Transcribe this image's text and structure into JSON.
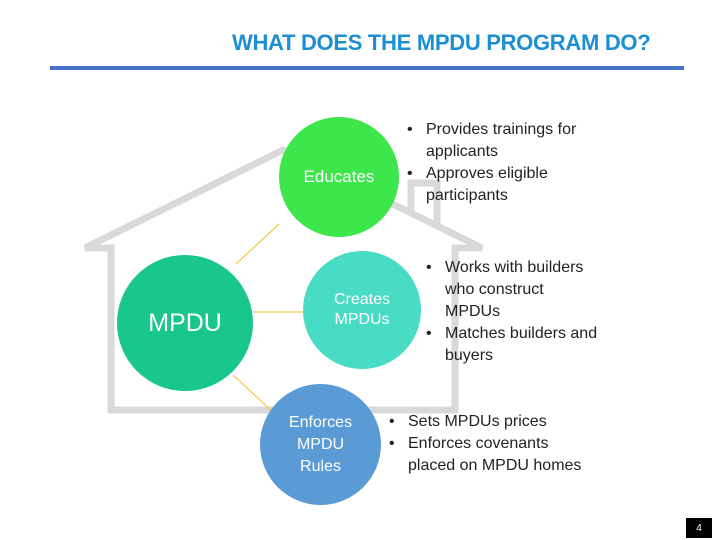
{
  "title": "WHAT DOES THE MPDU PROGRAM DO?",
  "colors": {
    "title": "#1b8fd2",
    "rule": "#4472c4",
    "house_outline": "#d9d9d9",
    "connector": "#f2c94c",
    "mpdu_circle": "#19c68c",
    "educates_circle": "#3ce64b",
    "creates_circle": "#48dcc4",
    "enforces_circle": "#5b9bd5"
  },
  "center": {
    "label": "MPDU"
  },
  "functions": [
    {
      "label_lines": [
        "Educates"
      ],
      "bullets": [
        "Provides trainings for applicants",
        "Approves eligible participants"
      ]
    },
    {
      "label_lines": [
        "Creates",
        "MPDUs"
      ],
      "bullets": [
        "Works with builders who construct MPDUs",
        "Matches builders and buyers"
      ]
    },
    {
      "label_lines": [
        "Enforces",
        "MPDU",
        "Rules"
      ],
      "bullets": [
        "Sets MPDUs prices",
        "Enforces covenants placed on MPDU homes"
      ]
    }
  ],
  "page_number": "4"
}
